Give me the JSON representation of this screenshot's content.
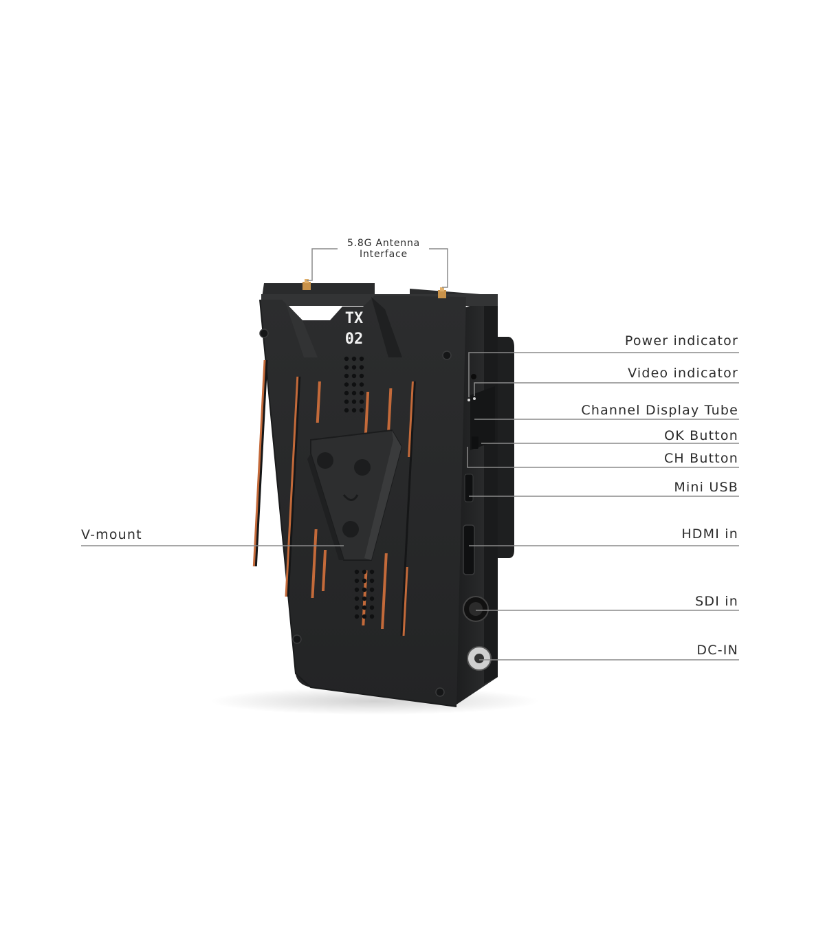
{
  "device": {
    "model_line1": "TX",
    "model_line2": "02"
  },
  "callouts": {
    "antenna": {
      "line1": "5.8G Antenna",
      "line2": "Interface"
    },
    "power_indicator": "Power indicator",
    "video_indicator": "Video indicator",
    "channel_display_tube": "Channel Display Tube",
    "ok_button": "OK Button",
    "ch_button": "CH Button",
    "mini_usb": "Mini USB",
    "hdmi_in": "HDMI in",
    "sdi_in": "SDI in",
    "dc_in": "DC-IN",
    "v_mount": "V-mount"
  },
  "colors": {
    "body": "#262728",
    "body_edge": "#1a1b1c",
    "copper": "#c46a3a",
    "leader_line": "#8a8a8a",
    "text": "#2b2b2b"
  }
}
